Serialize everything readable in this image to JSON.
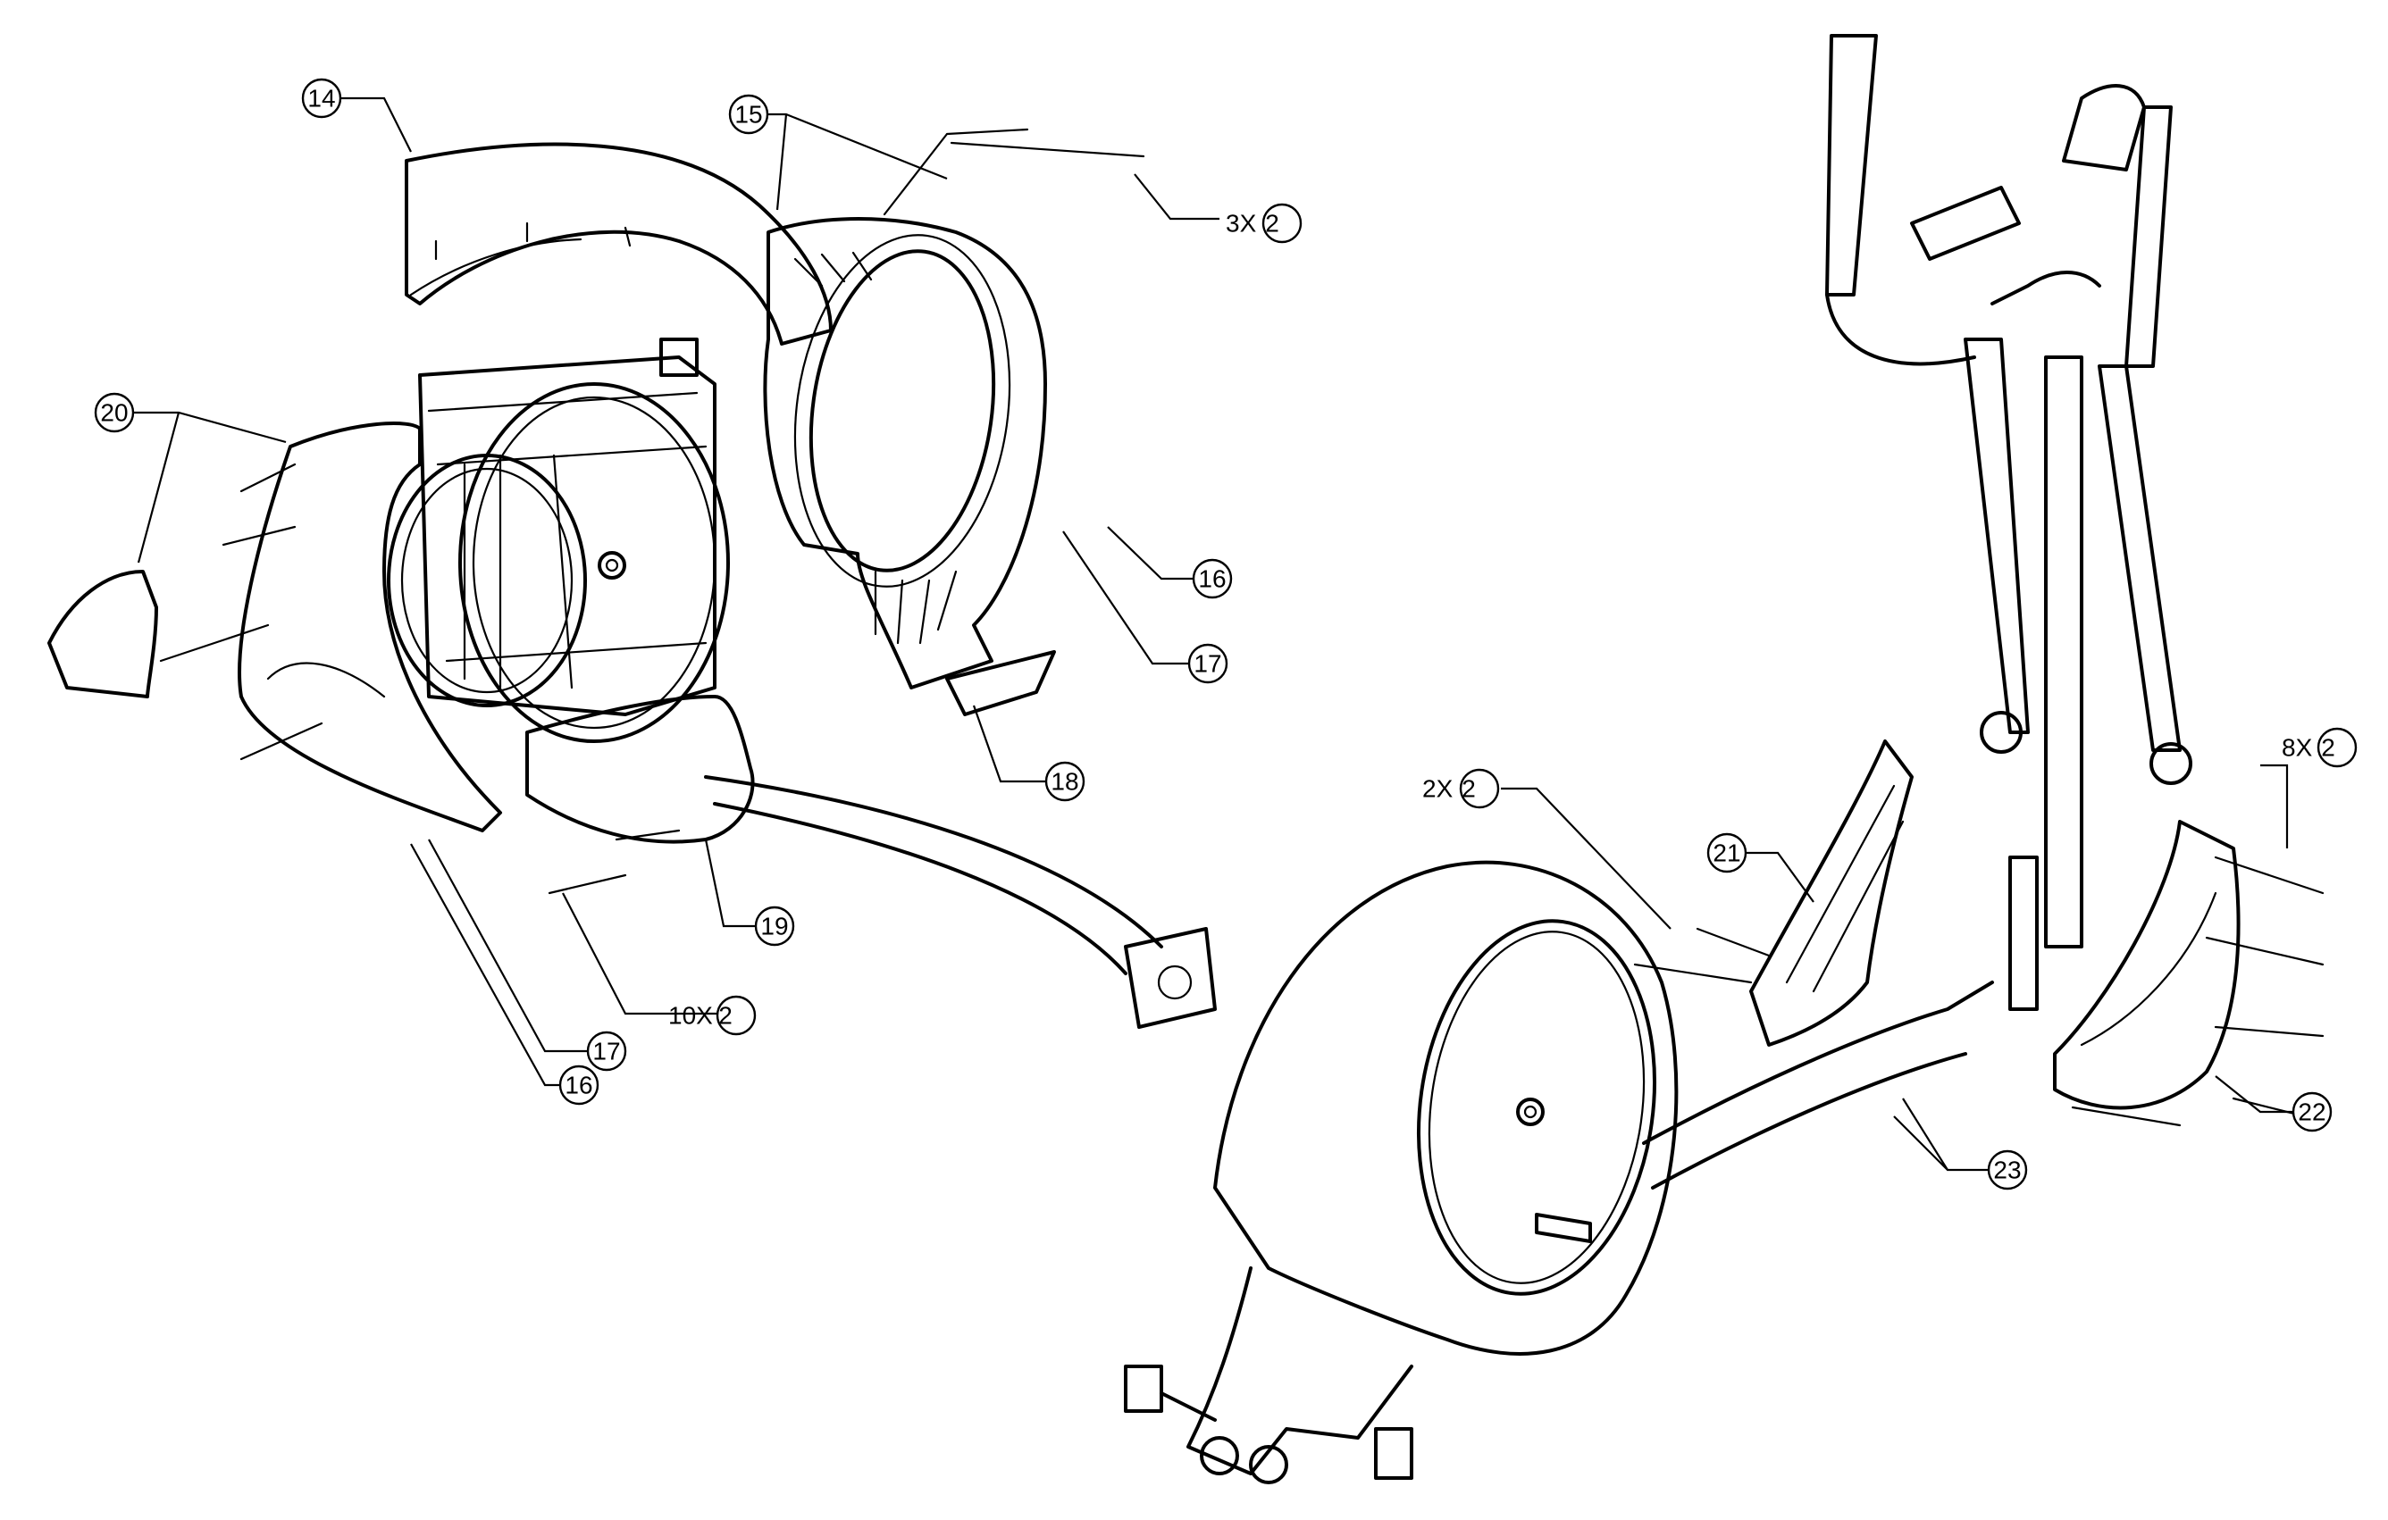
{
  "callouts": [
    {
      "id": "14",
      "text": "14"
    },
    {
      "id": "15",
      "text": "15"
    },
    {
      "id": "16a",
      "text": "16"
    },
    {
      "id": "17a",
      "text": "17"
    },
    {
      "id": "18",
      "text": "18"
    },
    {
      "id": "19",
      "text": "19"
    },
    {
      "id": "20",
      "text": "20"
    },
    {
      "id": "17b",
      "text": "17"
    },
    {
      "id": "16b",
      "text": "16"
    },
    {
      "id": "21",
      "text": "21"
    },
    {
      "id": "22",
      "text": "22"
    },
    {
      "id": "23",
      "text": "23"
    }
  ],
  "quantities": [
    {
      "id": "q3x",
      "prefix": "3X",
      "bubble": "2"
    },
    {
      "id": "q10x",
      "prefix": "10X",
      "bubble": "2"
    },
    {
      "id": "q2x",
      "prefix": "2X",
      "bubble": "2"
    },
    {
      "id": "q8x",
      "prefix": "8X",
      "bubble": "2"
    }
  ]
}
